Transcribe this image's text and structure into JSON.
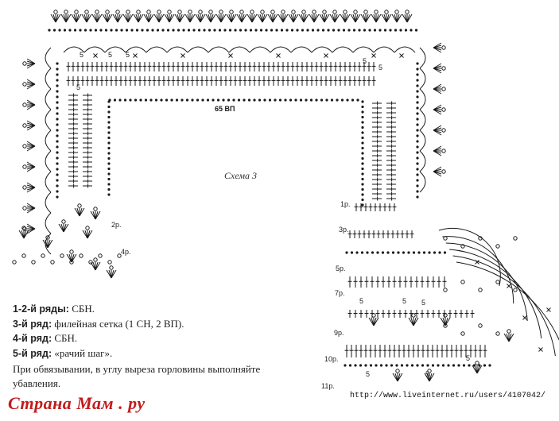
{
  "diagram": {
    "caption": "Схема 3",
    "chain_label": "65 ВП",
    "counts": [
      "5",
      "5",
      "5",
      "5",
      "5",
      "5",
      "5",
      "5",
      "5",
      "5",
      "5",
      "5"
    ],
    "row_labels_left": [
      "2р.",
      "4р."
    ],
    "row_labels_right": [
      "1р.",
      "3р.",
      "5р.",
      "7р.",
      "9р.",
      "10р.",
      "11р."
    ]
  },
  "legend": {
    "rows": [
      {
        "label": "1-2-й ряды:",
        "text": " СБН."
      },
      {
        "label": "3-й ряд:",
        "text": " филейная сетка (1 СН, 2 ВП)."
      },
      {
        "label": "4-й ряд:",
        "text": " СБН."
      },
      {
        "label": "5-й ряд:",
        "text": " «рачий шаг»."
      }
    ],
    "note": "При обвязывании, в углу выреза горловины выполняйте убавления."
  },
  "footer": {
    "brand": "Страна Мам . ру",
    "url": "http://www.liveinternet.ru/users/4107042/",
    "brand_color": "#c21b1b"
  }
}
